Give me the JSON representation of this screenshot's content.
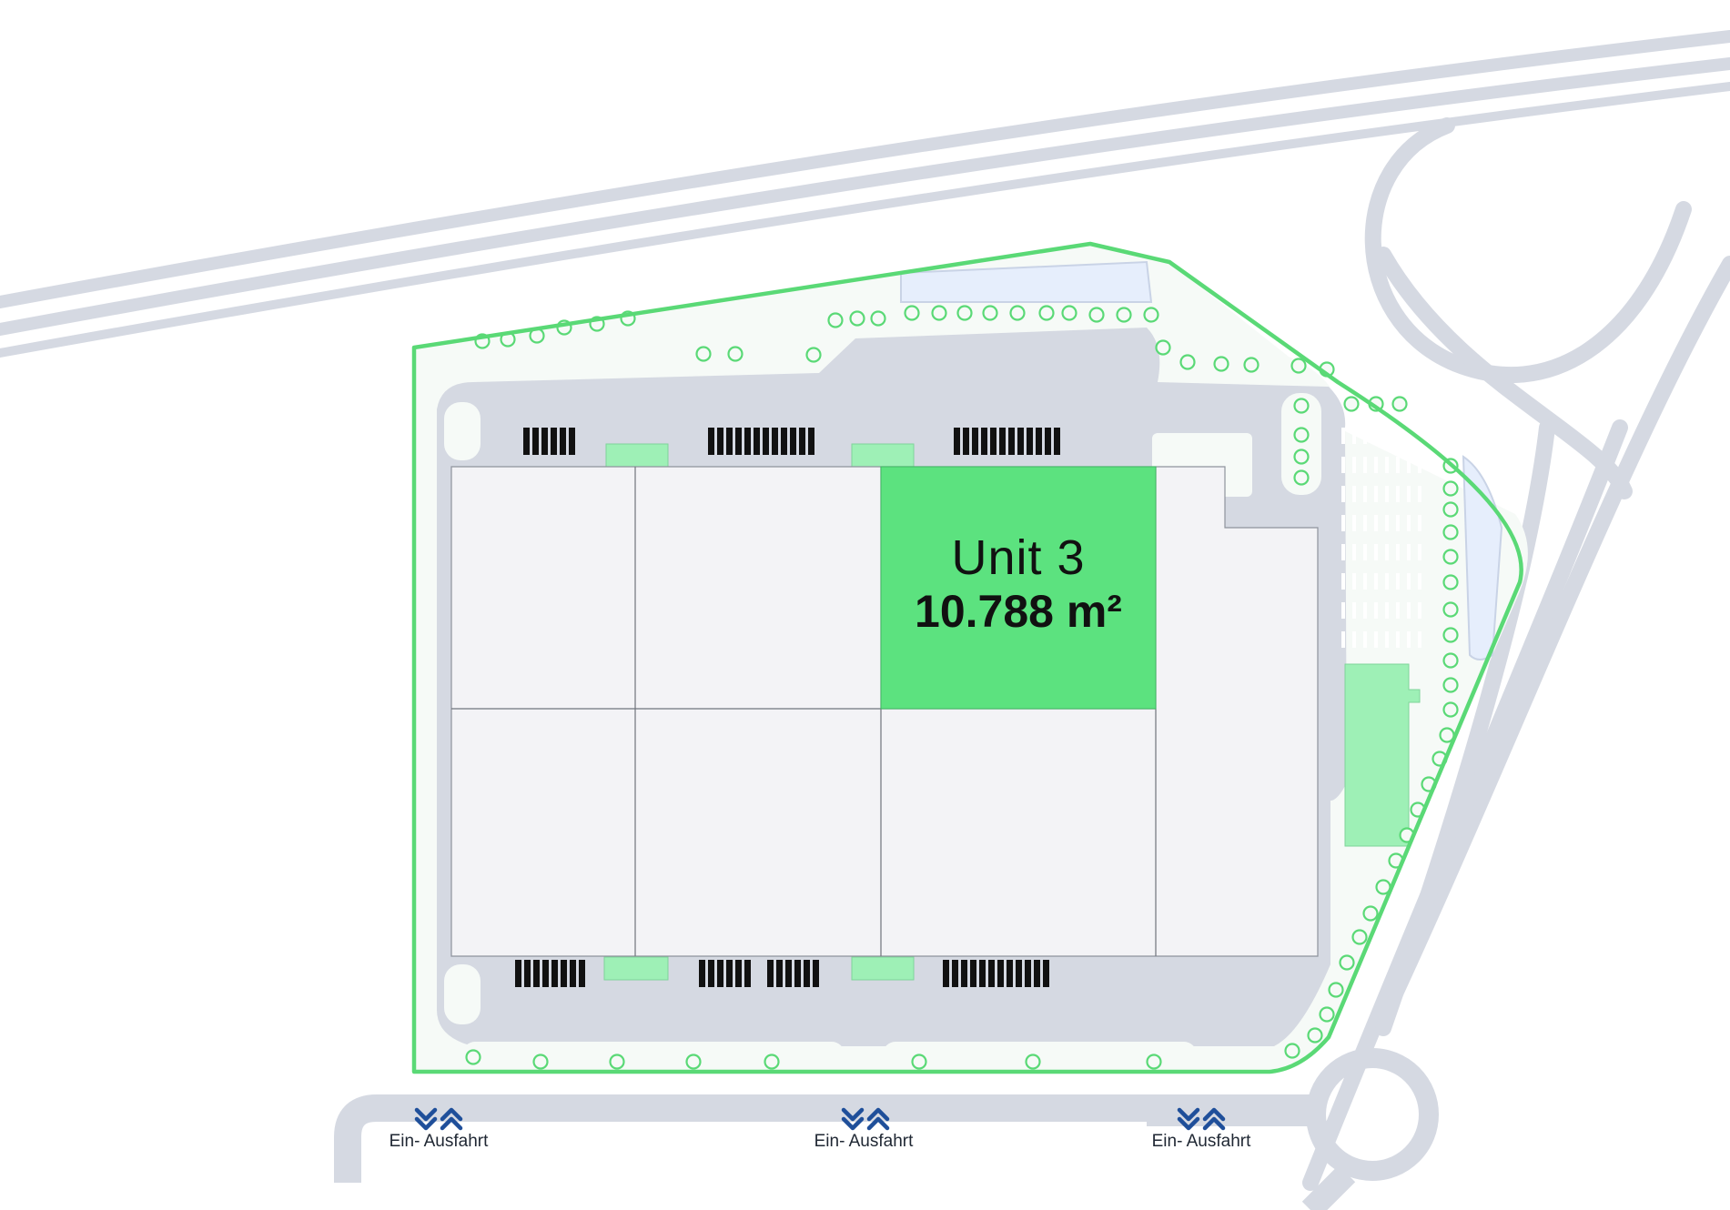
{
  "map": {
    "highlighted_unit": {
      "name": "Unit 3",
      "area": "10.788 m²"
    },
    "exits": [
      {
        "label": "Ein- Ausfahrt"
      },
      {
        "label": "Ein- Ausfahrt"
      },
      {
        "label": "Ein- Ausfahrt"
      }
    ],
    "colors": {
      "highlight": "#5ce27f",
      "boundary": "#5ad976",
      "road": "#d5d9e2",
      "building": "#f3f3f6",
      "arrows": "#1f4f9a",
      "water": "#e6eefc"
    },
    "icons": [
      "entry-arrow-icon",
      "exit-arrow-icon",
      "tree-icon",
      "parking-space-icon",
      "loading-dock-icon"
    ]
  }
}
